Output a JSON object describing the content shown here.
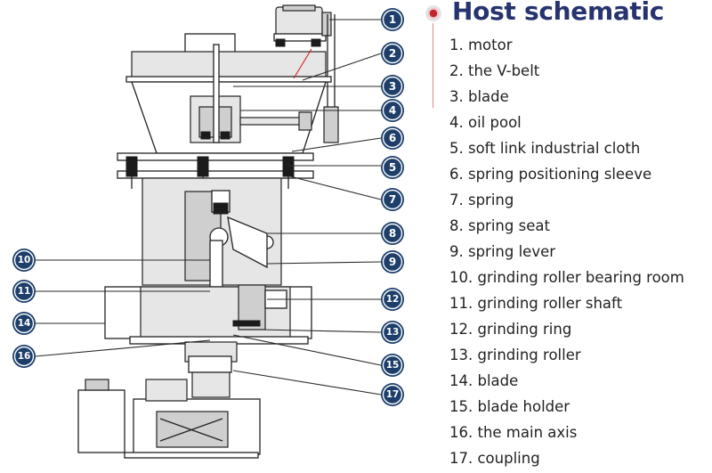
{
  "legend": {
    "title": "Host schematic",
    "items": [
      "1. motor",
      "2. the V-belt",
      "3. blade",
      "4. oil pool",
      "5. soft link industrial cloth",
      "6. spring positioning sleeve",
      "7. spring",
      "8. spring seat",
      "9. spring lever",
      "10. grinding roller bearing room",
      "11. grinding roller shaft",
      "12. grinding ring",
      "13. grinding roller",
      "14. blade",
      "15. blade holder",
      "16. the main axis",
      "17. coupling"
    ]
  },
  "badges": [
    "1",
    "2",
    "3",
    "4",
    "5",
    "6",
    "7",
    "8",
    "9",
    "10",
    "11",
    "12",
    "13",
    "14",
    "15",
    "16",
    "17"
  ],
  "colors": {
    "title": "#26336e",
    "title_dot": "#c0262d",
    "badge_fill": "#1e3f6a",
    "leader_red": "#cc2222",
    "machine_gray": "#e6e6e6"
  }
}
